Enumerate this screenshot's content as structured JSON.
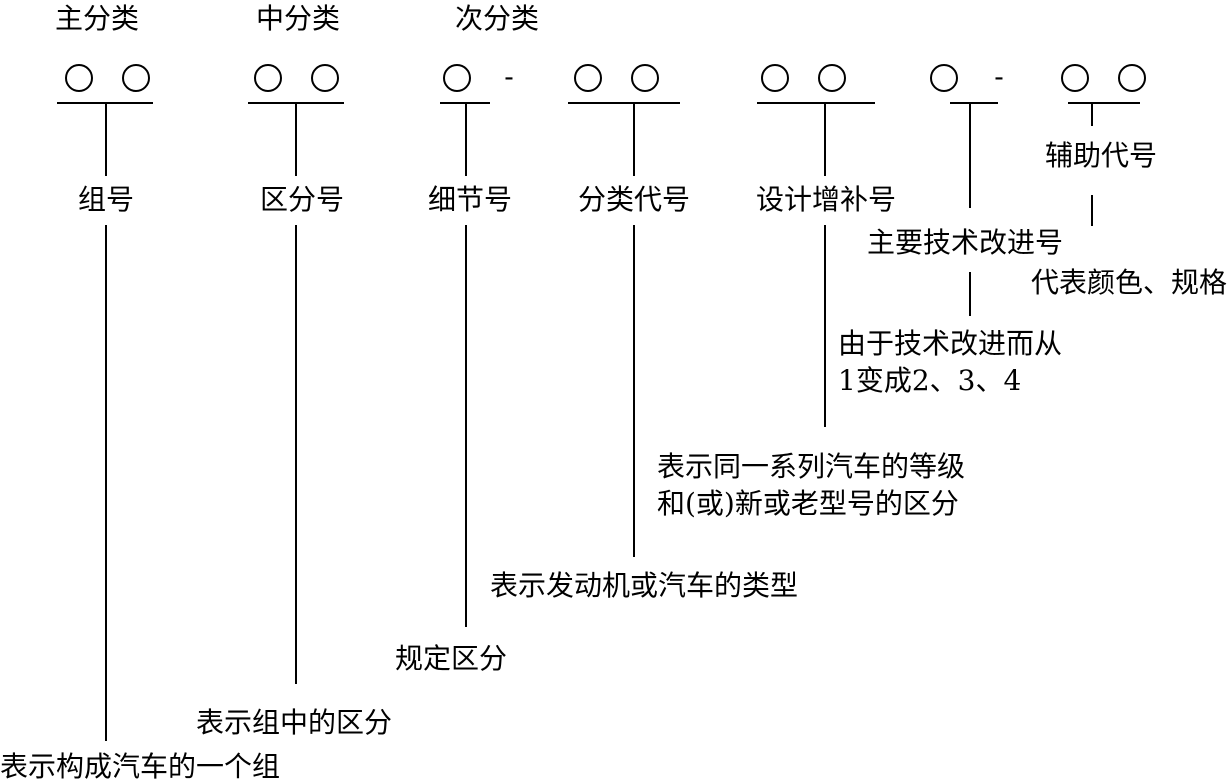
{
  "headers": {
    "main": "主分类",
    "middle": "中分类",
    "sub": "次分类"
  },
  "separator": "-",
  "labels": {
    "group_no": "组号",
    "division_no": "区分号",
    "detail_no": "细节号",
    "class_code": "分类代号",
    "design_supplement_no": "设计增补号",
    "main_tech_improvement_no": "主要技术改进号",
    "auxiliary_code": "辅助代号"
  },
  "descriptions": {
    "group": "表示构成汽车的一个组",
    "division": "表示组中的区分",
    "detail": "规定区分",
    "class": "表示发动机或汽车的类型",
    "design_line1": "表示同一系列汽车的等级",
    "design_line2": "和(或)新或老型号的区分",
    "improvement_line1": "由于技术改进而从",
    "improvement_line2": "1变成2、3、4",
    "auxiliary": "代表颜色、规格"
  }
}
